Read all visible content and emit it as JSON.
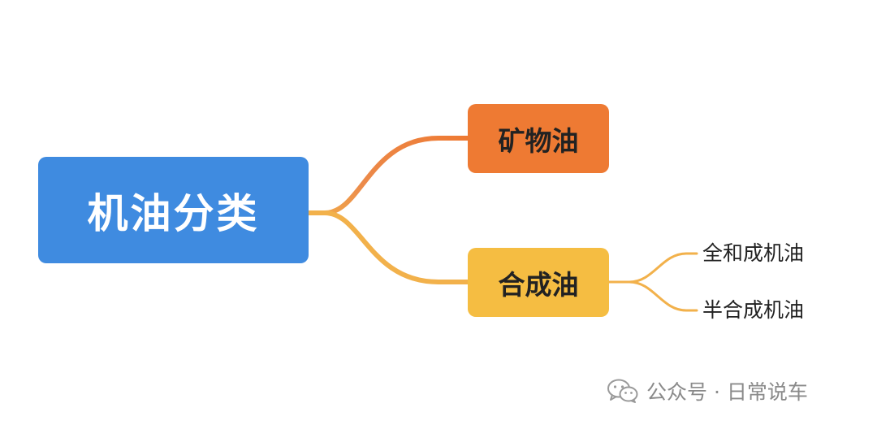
{
  "mindmap": {
    "root": "机油分类",
    "branches": [
      {
        "label": "矿物油",
        "color": "#ee7a33"
      },
      {
        "label": "合成油",
        "color": "#f5bd42",
        "children": [
          "全和成机油",
          "半合成机油"
        ]
      }
    ]
  },
  "watermark": {
    "icon": "wechat-icon",
    "text": "公众号 · 日常说车"
  },
  "colors": {
    "root": "#3f8be0",
    "mineral": "#ee7a33",
    "synthetic": "#f5bd42",
    "connector_synthetic": "#f2b14b"
  }
}
